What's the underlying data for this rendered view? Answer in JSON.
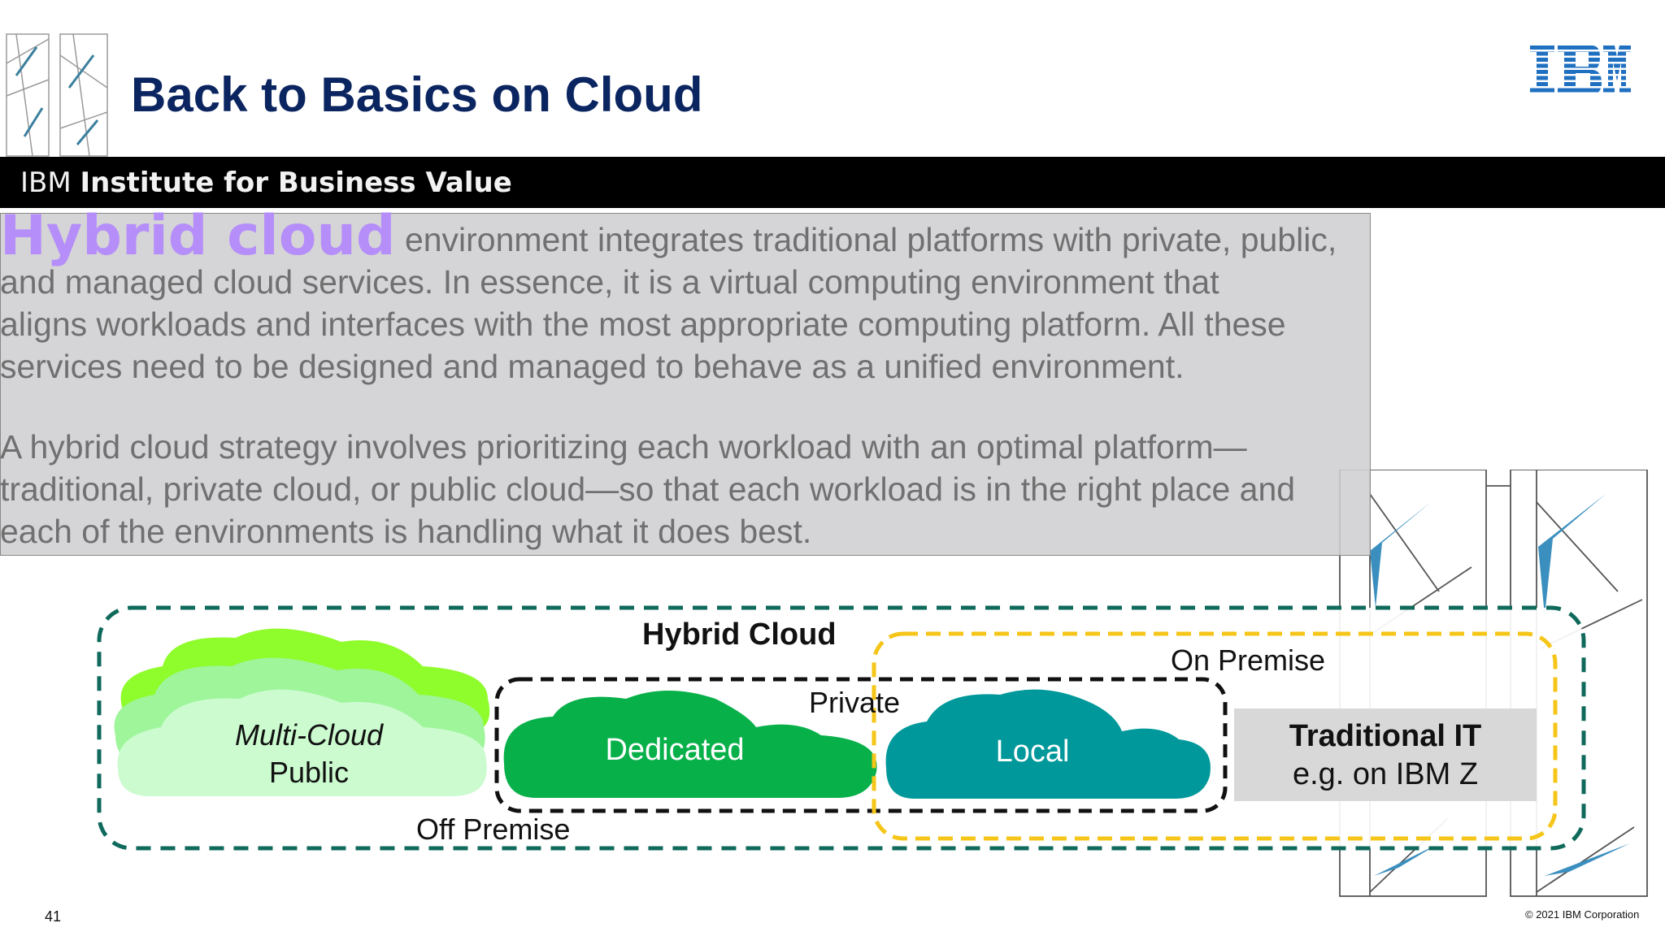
{
  "slide": {
    "title": "Back to Basics on Cloud",
    "brand": "IBM",
    "banner": {
      "prefix": "IBM",
      "text": "Institute for Business Value"
    },
    "intro": {
      "heading": "Hybrid cloud",
      "paragraph_1": "environment integrates traditional platforms with private, public, and managed cloud services. In essence, it is a virtual computing environment that aligns workloads and interfaces with the most appropriate computing platform. All these services need to be designed and managed to behave as a unified environment.",
      "paragraph_1_lines": [
        "and managed cloud services. In essence, it is a virtual computing environment that",
        "aligns workloads and interfaces with the most appropriate computing platform. All these",
        "services need to be designed and managed to behave as a unified environment."
      ],
      "paragraph_1_first_line": "environment integrates traditional platforms with private, public,",
      "paragraph_2_lines": [
        "A hybrid cloud strategy involves prioritizing each workload with an optimal platform—",
        "traditional, private cloud, or public cloud—so that each workload is in the right place and",
        "each of the environments is handling what it does best."
      ]
    },
    "diagram": {
      "hybrid_cloud": "Hybrid Cloud",
      "on_premise": "On Premise",
      "private": "Private",
      "off_premise": "Off Premise",
      "multi_cloud": "Multi-Cloud",
      "public": "Public",
      "dedicated": "Dedicated",
      "local": "Local",
      "traditional_it": "Traditional IT",
      "traditional_it_example": "e.g. on IBM Z",
      "colors": {
        "hybrid_border": "#0f6a5c",
        "on_premise_border": "#f5c518",
        "private_border": "#111111",
        "multi_cloud_back": "#8ffc2b",
        "multi_cloud_mid": "#9ef59a",
        "multi_cloud_front": "#ccfbd0",
        "dedicated": "#08b04a",
        "local": "#00989a",
        "traditional_box": "#d8d8d8"
      }
    },
    "footer": {
      "page_number": "41",
      "copyright": "© 2021 IBM Corporation"
    },
    "colors": {
      "title": "#0b2560",
      "heading": "#b58ef9",
      "body_text": "#707070",
      "banner_bg": "#000000",
      "ibm_blue": "#1f70c1"
    }
  }
}
